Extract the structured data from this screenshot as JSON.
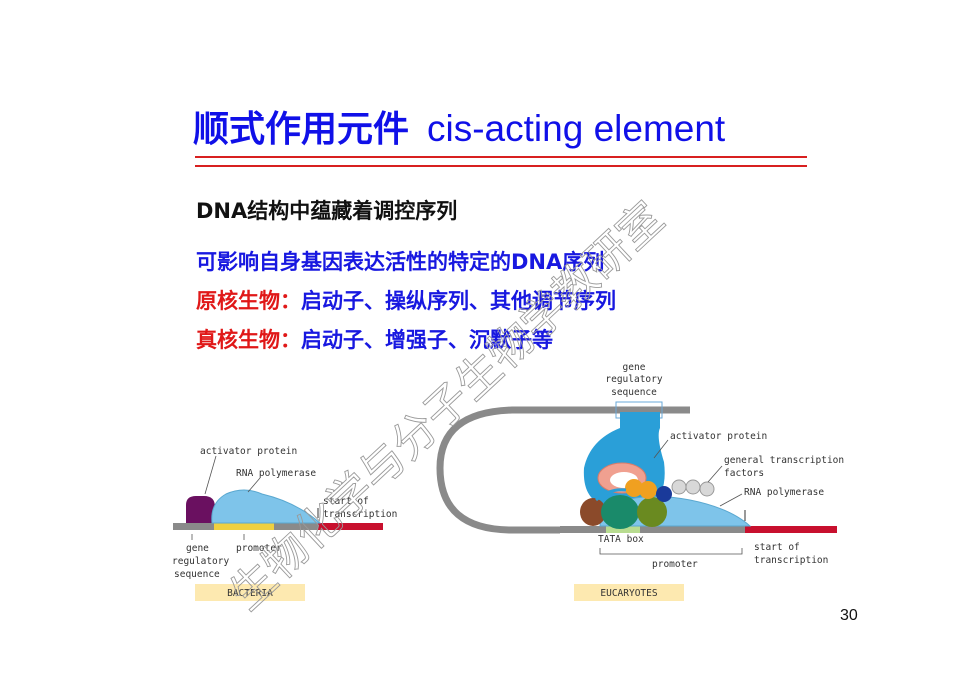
{
  "title": {
    "cn": "顺式作用元件",
    "en": "cis-acting element"
  },
  "subtitle": "DNA结构中蕴藏着调控序列",
  "lines": [
    {
      "label": "",
      "content": "可影响自身基因表达活性的特定的DNA序列"
    },
    {
      "label": "原核生物：",
      "content": "启动子、操纵序列、其他调节序列"
    },
    {
      "label": "真核生物：",
      "content": "启动子、增强子、沉默子等"
    }
  ],
  "bacteria": {
    "activator_protein": "activator protein",
    "rna_polymerase": "RNA polymerase",
    "start_line1": "start of",
    "start_line2": "transcription",
    "gene_reg_1": "gene",
    "gene_reg_2": "regulatory",
    "gene_reg_3": "sequence",
    "promoter": "promoter",
    "tag": "BACTERIA"
  },
  "eucaryotes": {
    "gene_reg_1": "gene",
    "gene_reg_2": "regulatory",
    "gene_reg_3": "sequence",
    "activator_protein": "activator protein",
    "gtf_line1": "general transcription",
    "gtf_line2": "factors",
    "rna_polymerase": "RNA polymerase",
    "tata_box": "TATA box",
    "promoter": "promoter",
    "start_line1": "start of",
    "start_line2": "transcription",
    "tag": "EUCARYOTES"
  },
  "watermark": "生物化学与分子生物学教研室",
  "page_number": "30",
  "colors": {
    "title": "#1010e8",
    "rule": "#d82020",
    "text_blue": "#1818e0",
    "text_red": "#e01818",
    "dna_red": "#c8102e",
    "activator_purple": "#6a1060",
    "polymerase_blue": "#7ec4ea",
    "activator_blue": "#2a9fd8",
    "tag_fill": "#fde9b0"
  }
}
